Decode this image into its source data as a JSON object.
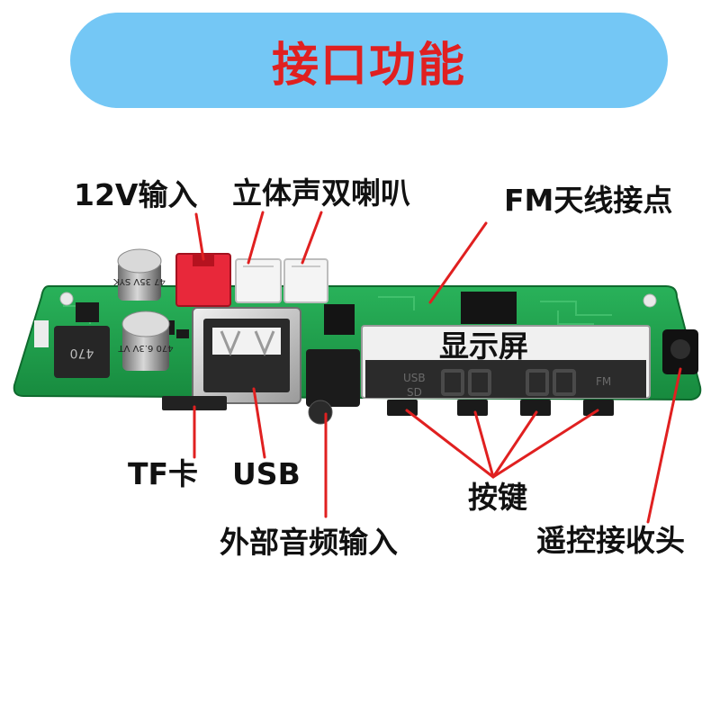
{
  "title": "接口功能",
  "labels": {
    "power_input": "12V输入",
    "stereo_speakers": "立体声双喇叭",
    "fm_antenna": "FM天线接点",
    "display": "显示屏",
    "tf_card": "TF卡",
    "usb": "USB",
    "buttons": "按键",
    "aux_input": "外部音频输入",
    "ir_receiver": "遥控接收头"
  },
  "board_markings": {
    "cap1": "47 35V SYK",
    "cap2": "470 6.3V VT",
    "inductor": "470",
    "led_usb": "USB",
    "led_sd": "SD",
    "led_fm": "FM"
  },
  "colors": {
    "banner": "#74c7f5",
    "title": "#e02020",
    "pcb": "#1f9a4a",
    "arrow": "#e02020"
  }
}
